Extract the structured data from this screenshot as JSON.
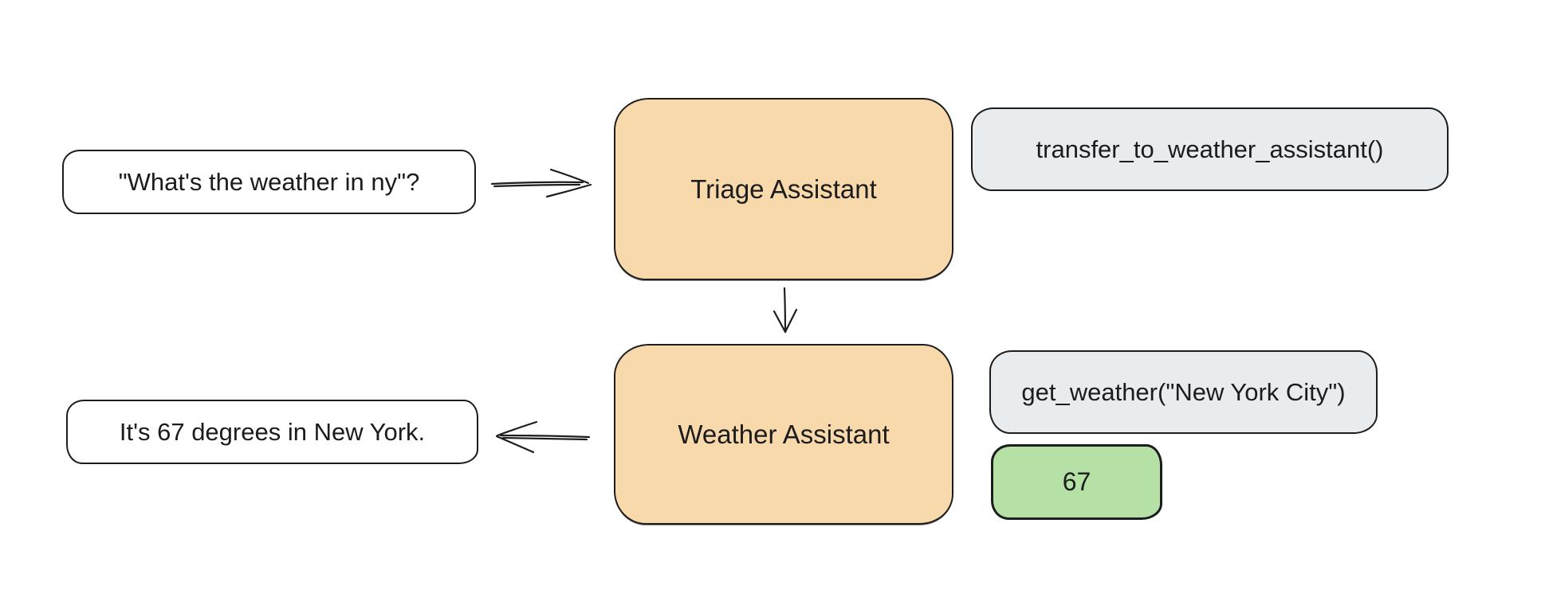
{
  "diagram": {
    "user_query": "\"What's the weather in ny\"?",
    "triage_agent": "Triage Assistant",
    "transfer_tool_call": "transfer_to_weather_assistant()",
    "weather_agent": "Weather Assistant",
    "weather_tool_call": "get_weather(\"New York City\")",
    "tool_result": "67",
    "assistant_reply": "It's 67 degrees in New York."
  },
  "colors": {
    "agent-fill": "#f8d9ab",
    "tool-fill": "#e9ecef",
    "result-fill": "#b5e1a6",
    "bubble-fill": "#ffffff",
    "stroke": "#1d1d1d",
    "text": "#1c1c1c"
  }
}
